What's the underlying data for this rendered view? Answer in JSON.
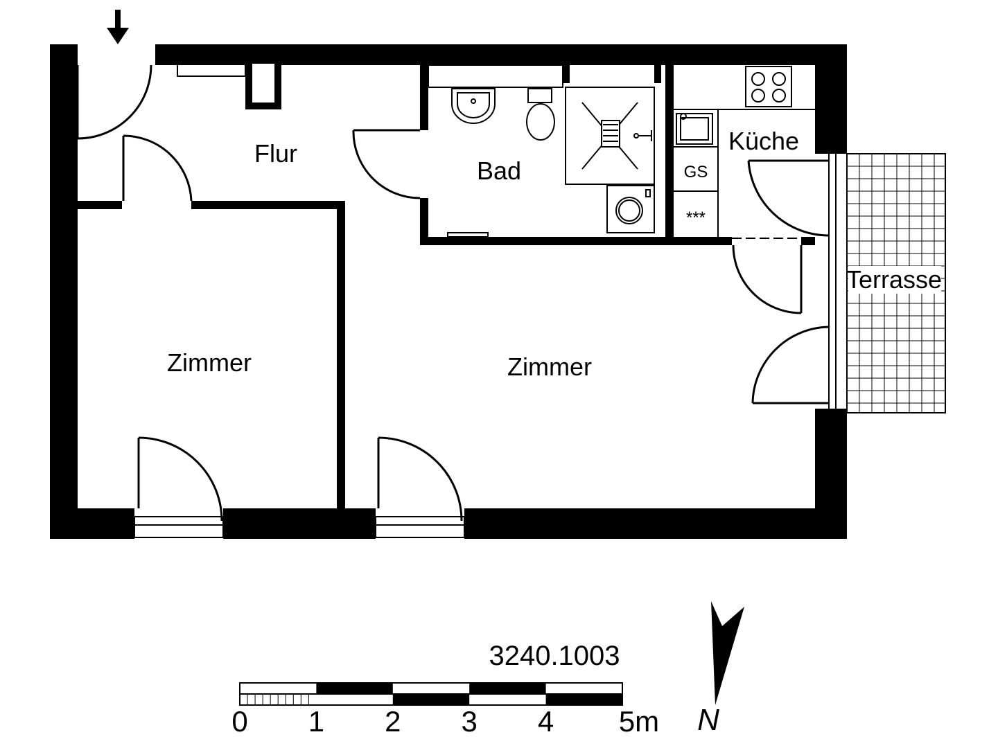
{
  "rooms": {
    "flur": "Flur",
    "bad": "Bad",
    "kueche": "Küche",
    "zimmer_left": "Zimmer",
    "zimmer_right": "Zimmer",
    "terrasse": "Terrasse"
  },
  "fixtures": {
    "gs": "GS",
    "stars": "***"
  },
  "drawing_number": "3240.1003",
  "scale_bar": {
    "labels": [
      "0",
      "1",
      "2",
      "3",
      "4",
      "5m"
    ]
  },
  "north": "N",
  "icons": {
    "entrance": "entrance-arrow-icon",
    "north": "north-arrow-icon",
    "stove": "stove-icon",
    "sink": "sink-icon",
    "washbasin": "washbasin-icon",
    "toilet": "toilet-icon",
    "shower": "shower-icon",
    "washing_machine": "washing-machine-icon"
  },
  "colors": {
    "wall": "#000000",
    "background": "#ffffff"
  }
}
